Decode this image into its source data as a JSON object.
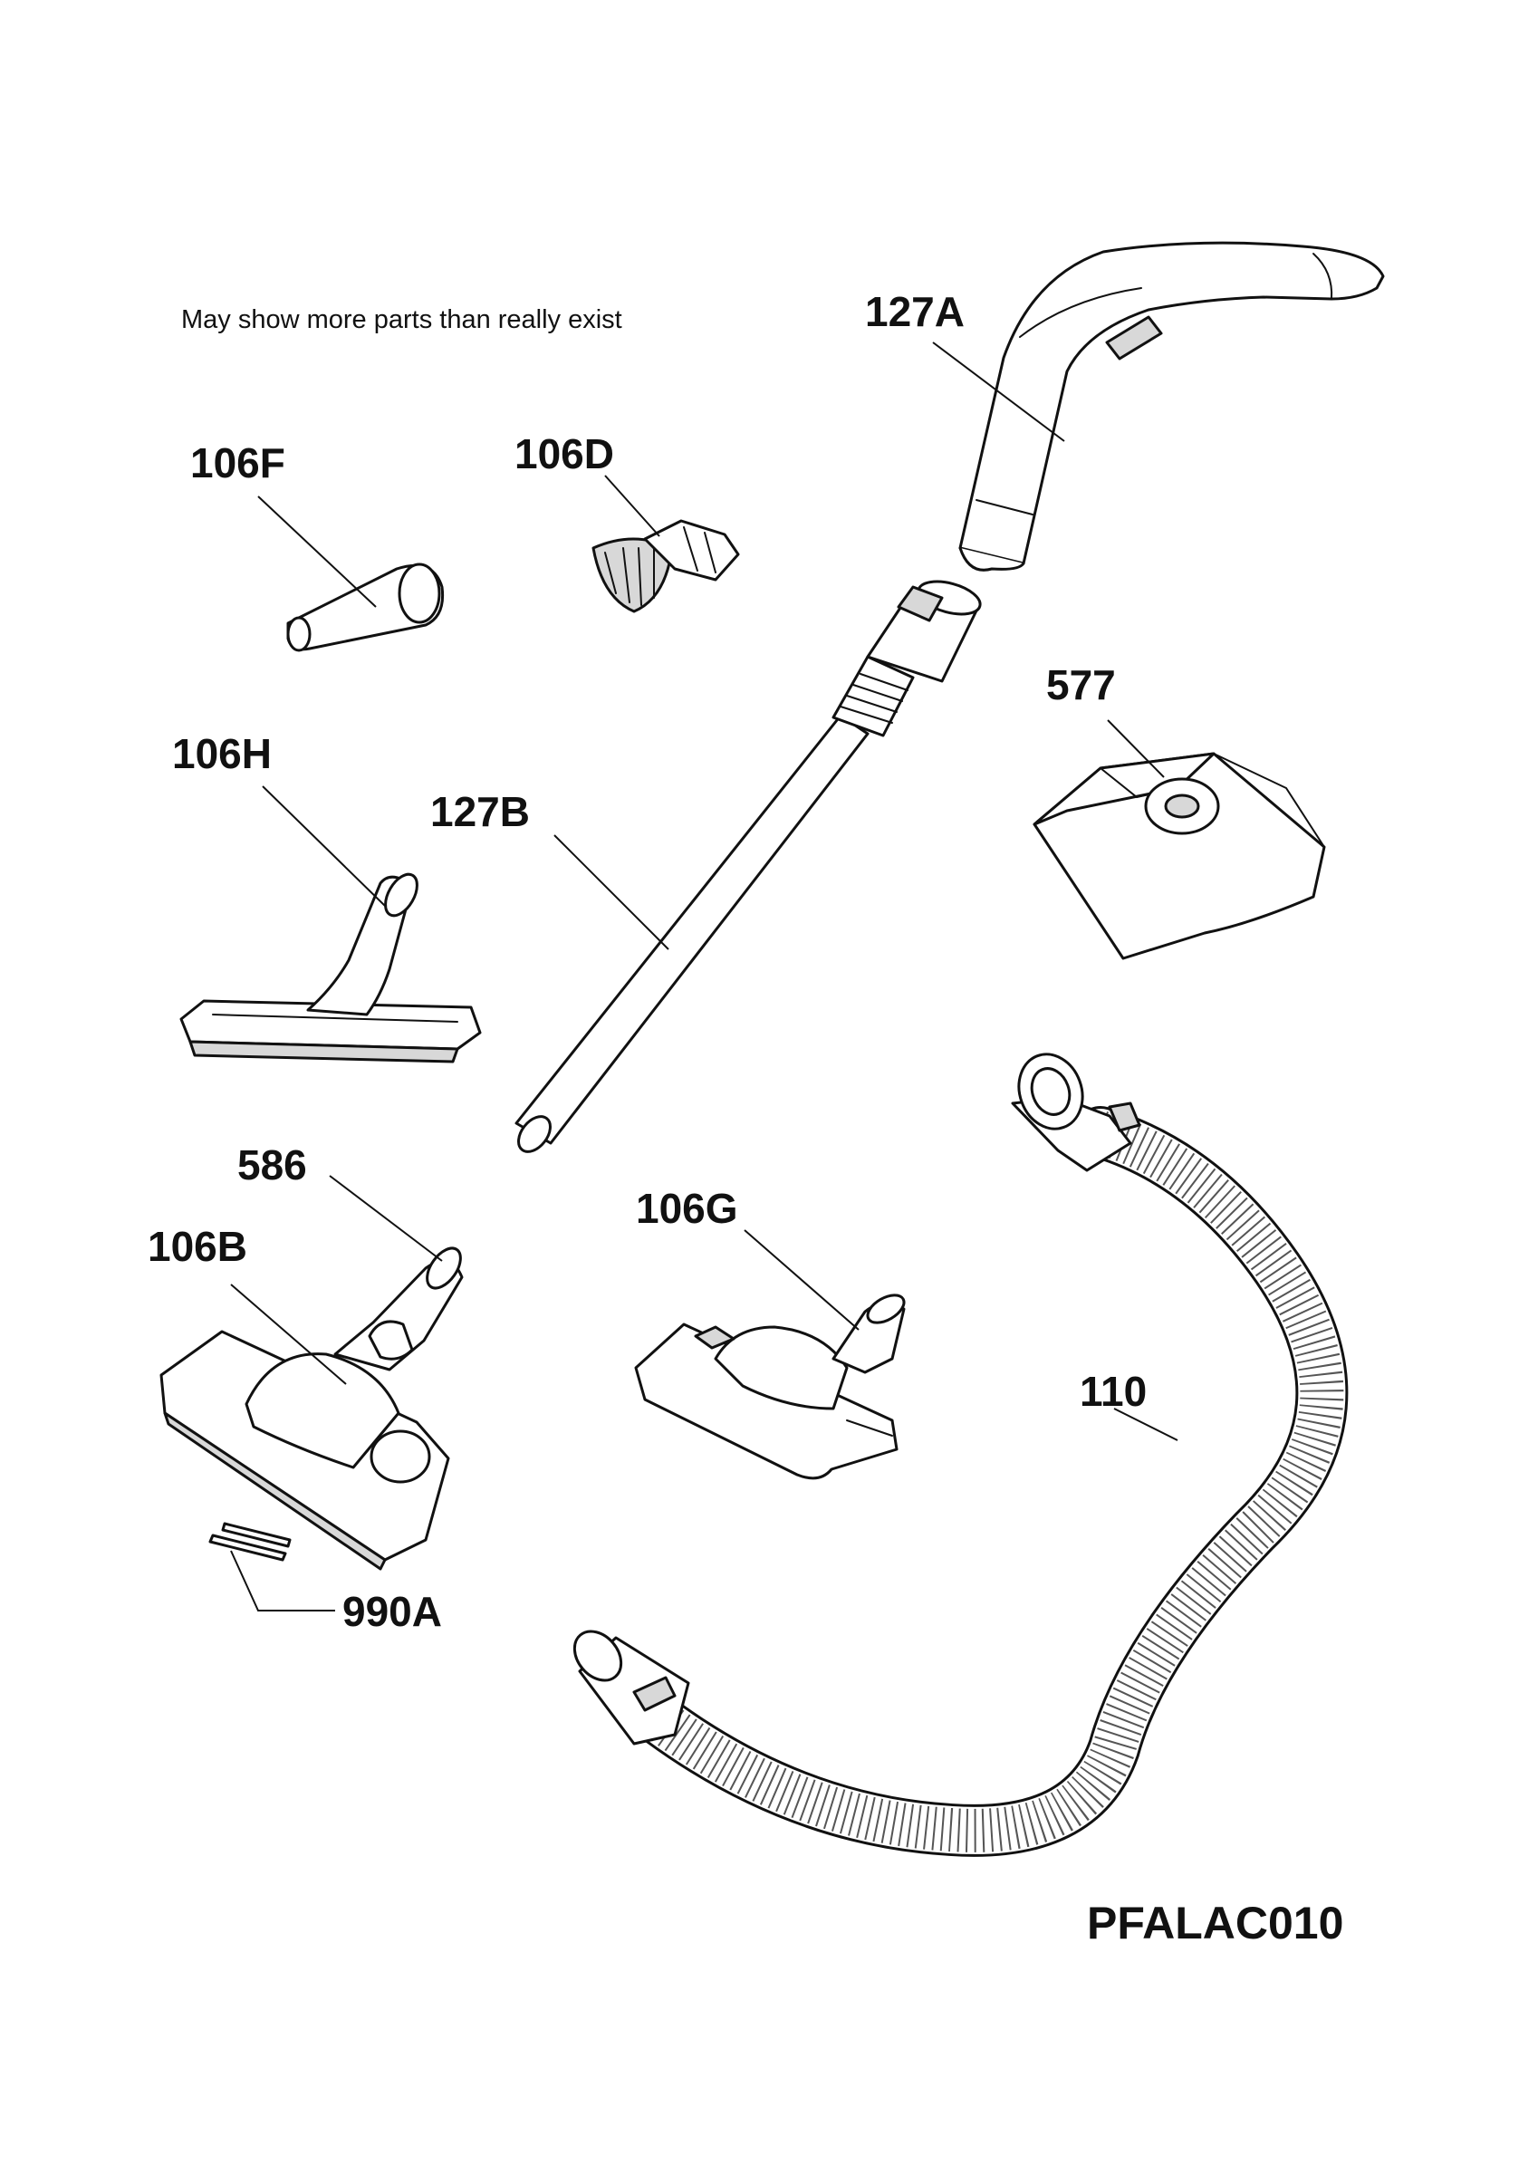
{
  "note": "May show more parts than really exist",
  "drawing_code": "PFALAC010",
  "parts": [
    {
      "id": "p127A",
      "label": "127A",
      "name": "handle-tube"
    },
    {
      "id": "p106F",
      "label": "106F",
      "name": "crevice-nozzle"
    },
    {
      "id": "p106D",
      "label": "106D",
      "name": "dusting-brush"
    },
    {
      "id": "p577",
      "label": "577",
      "name": "dust-bag"
    },
    {
      "id": "p106H",
      "label": "106H",
      "name": "hard-floor-nozzle"
    },
    {
      "id": "p127B",
      "label": "127B",
      "name": "telescopic-tube"
    },
    {
      "id": "p586",
      "label": "586",
      "name": "nozzle-connector"
    },
    {
      "id": "p106B",
      "label": "106B",
      "name": "combination-floor-nozzle"
    },
    {
      "id": "p106G",
      "label": "106G",
      "name": "turbo-nozzle"
    },
    {
      "id": "p110",
      "label": "110",
      "name": "suction-hose"
    },
    {
      "id": "p990A",
      "label": "990A",
      "name": "brush-strips"
    }
  ]
}
